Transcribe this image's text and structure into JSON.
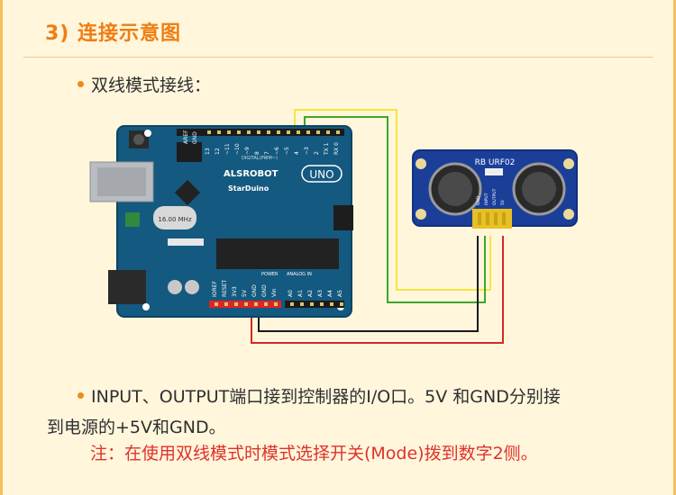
{
  "section": {
    "title": "3) 连接示意图"
  },
  "mode_heading": "双线模式接线：",
  "arduino": {
    "brand": "ALSROBOT",
    "model": "StarDuino",
    "board": "UNO",
    "crystal": "16.00 MHz",
    "header_small": "DIGITAL(PWM~)",
    "power_label": "POWER",
    "analog_label": "ANALOG IN",
    "aref": "AREF",
    "gnd_top": "GND",
    "pins_top": [
      "13",
      "12",
      "~11",
      "~10",
      "~9",
      "8",
      "7",
      "~6",
      "~5",
      "4",
      "~3",
      "2",
      "TX 1",
      "RX 0"
    ],
    "pins_power": [
      "IOREF",
      "RESET",
      "3V3",
      "5V",
      "GND",
      "GND",
      "Vin"
    ],
    "pins_analog": [
      "A0",
      "A1",
      "A2",
      "A3",
      "A4",
      "A5"
    ]
  },
  "sensor": {
    "name": "RB URF02",
    "pin_labels": [
      "GND",
      "INPUT",
      "OUTPUT",
      "5V"
    ]
  },
  "wires": {
    "colors": {
      "yellow": "#f5e63a",
      "green": "#3fa52b",
      "black": "#1a1a1a",
      "red": "#d42a22"
    }
  },
  "description": {
    "line1": "INPUT、OUTPUT端口接到控制器的I/O口。5V 和GND分别接",
    "line2": "到电源的+5V和GND。"
  },
  "note": "注：在使用双线模式时模式选择开关(Mode)拨到数字2侧。"
}
